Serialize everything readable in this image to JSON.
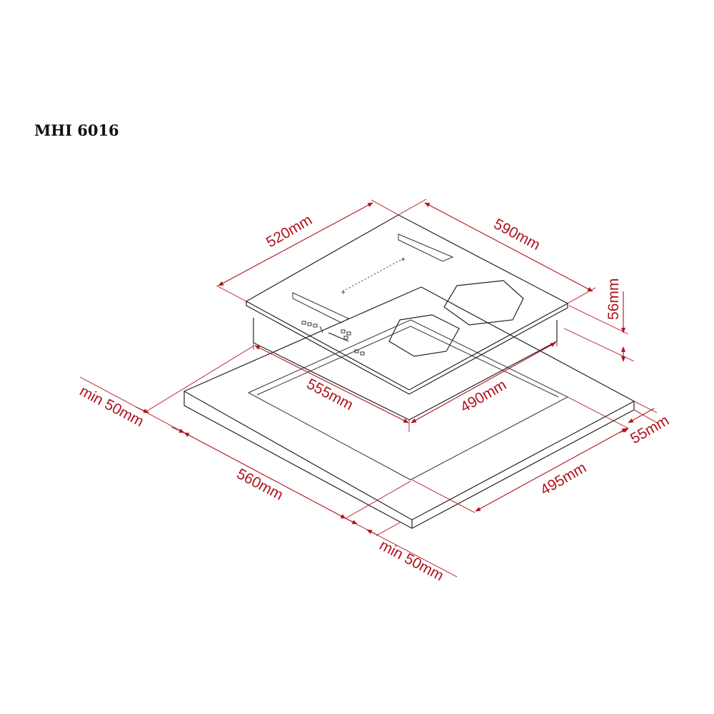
{
  "model": "MHI 6016",
  "dimensions": {
    "width_top": "520mm",
    "depth_top": "590mm",
    "height": "56mm",
    "cutout_width": "555mm",
    "cutout_depth": "490mm",
    "min_clearance_left": "min 50mm",
    "min_clearance_front": "min 50mm",
    "counter_width": "560mm",
    "counter_depth": "495mm",
    "counter_thickness": "55mm"
  },
  "colors": {
    "dimension": "#b0121b",
    "outline": "#222222"
  }
}
